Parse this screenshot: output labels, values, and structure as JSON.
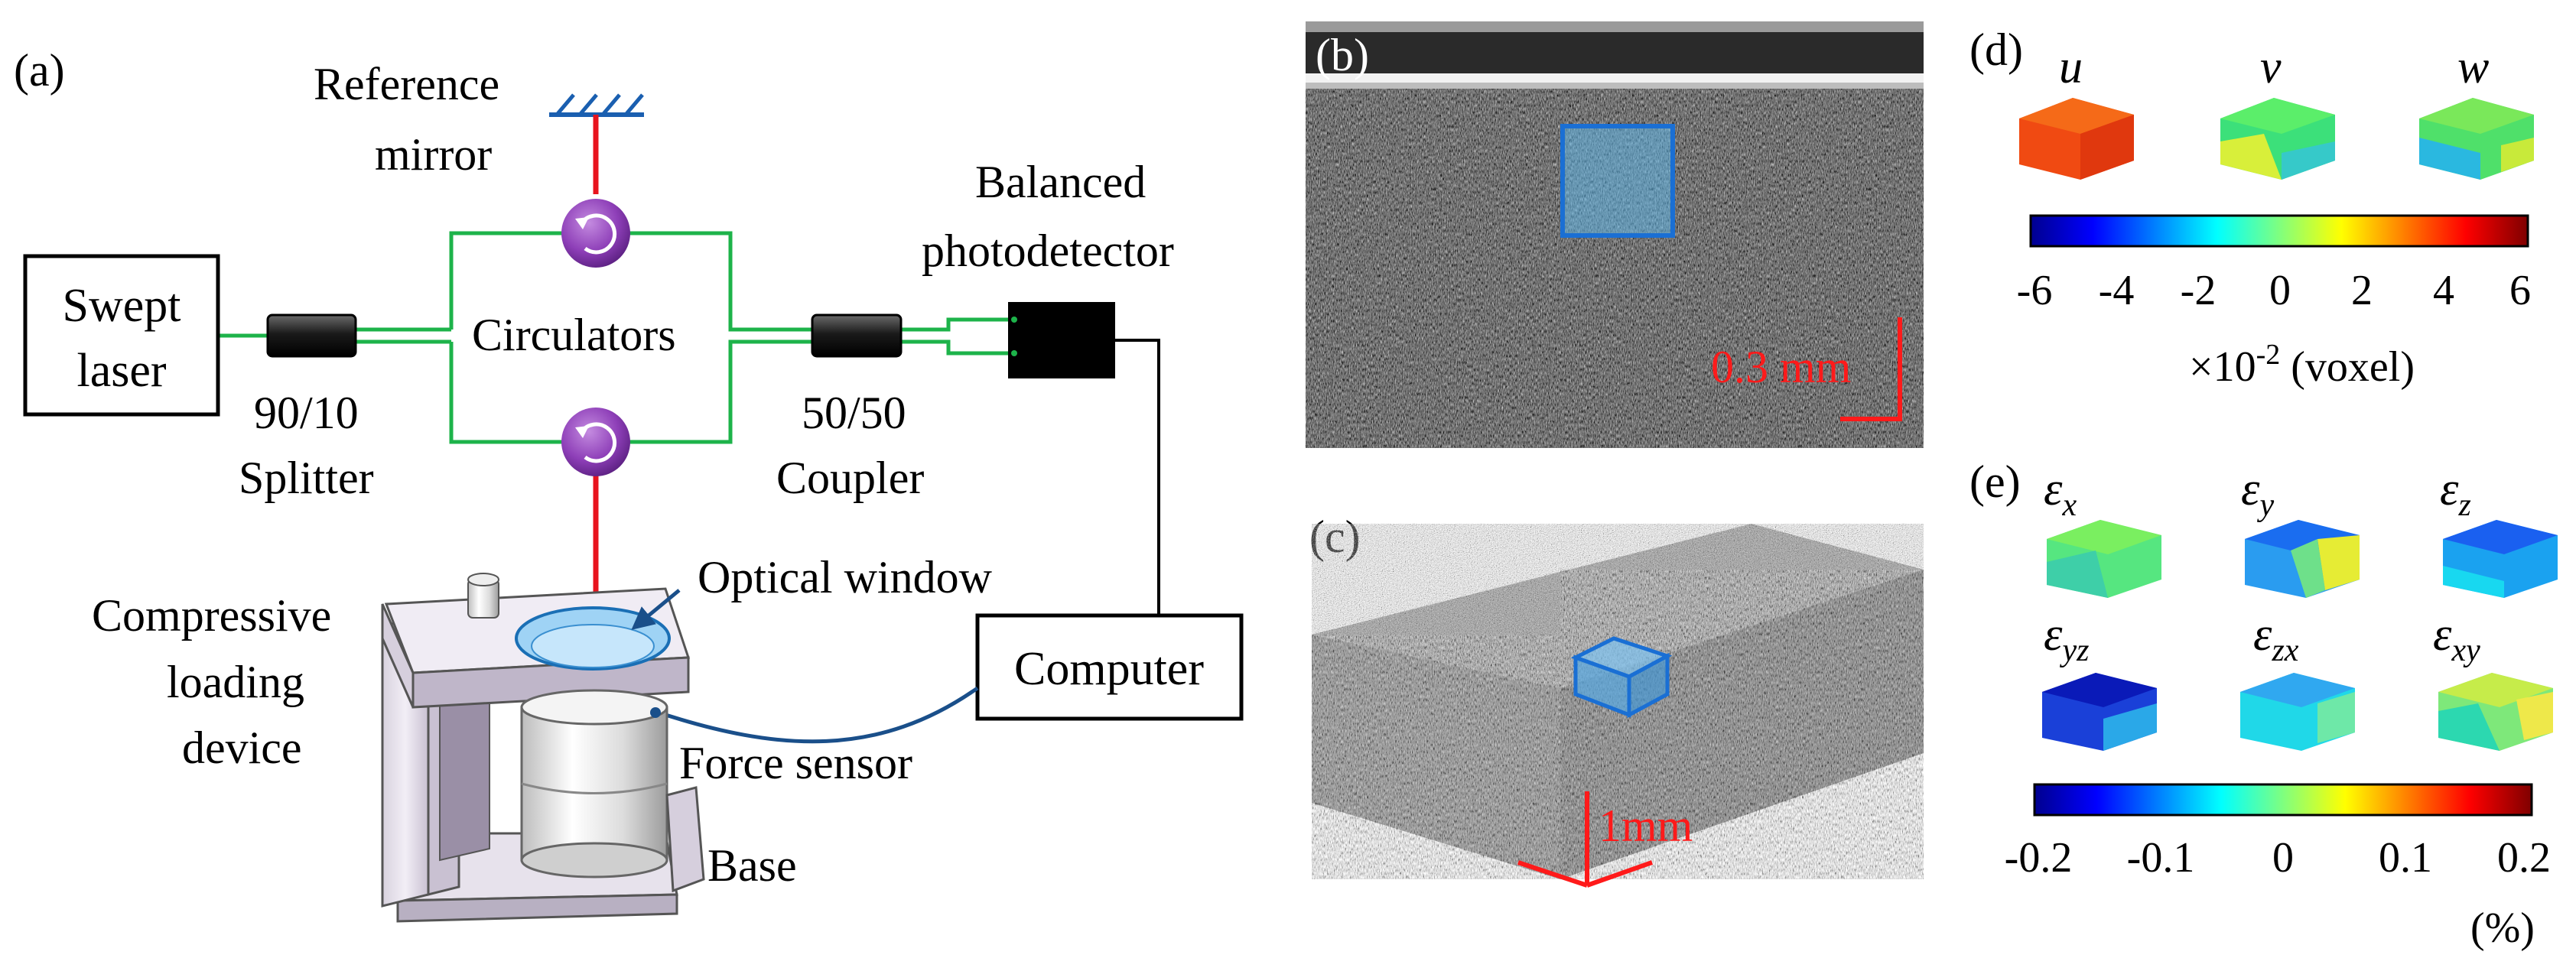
{
  "panels": {
    "a": "(a)",
    "b": "(b)",
    "c": "(c)",
    "d": "(d)",
    "e": "(e)"
  },
  "setup": {
    "reference_mirror_line1": "Reference",
    "reference_mirror_line2": "mirror",
    "balanced_line1": "Balanced",
    "balanced_line2": "photodetector",
    "swept_line1": "Swept",
    "swept_line2": "laser",
    "circulators": "Circulators",
    "splitter_line1": "90/10",
    "splitter_line2": "Splitter",
    "coupler_line1": "50/50",
    "coupler_line2": "Coupler",
    "optical_window": "Optical window",
    "loading_line1": "Compressive",
    "loading_line2": "loading",
    "loading_line3": "device",
    "force_sensor": "Force sensor",
    "base": "Base",
    "computer": "Computer"
  },
  "scale_bars": {
    "b": "0.3 mm",
    "c": "1mm"
  },
  "displacement": {
    "symbols": [
      "u",
      "v",
      "w"
    ],
    "colorbar_ticks": [
      "-6",
      "-4",
      "-2",
      "0",
      "2",
      "4",
      "6"
    ],
    "unit_prefix": "×10",
    "unit_exp": "-2",
    "unit_suffix": " (voxel)"
  },
  "strain": {
    "symbol": "ε",
    "subscripts": [
      "x",
      "y",
      "z",
      "yz",
      "zx",
      "xy"
    ],
    "colorbar_ticks": [
      "-0.2",
      "-0.1",
      "0",
      "0.1",
      "0.2"
    ],
    "unit": "(%)"
  },
  "colors": {
    "fiber_green": "#1db34a",
    "beam_red": "#e8141e",
    "circulator_purple": "#8e3fb8",
    "cable_blue": "#1a4f8a",
    "roi_blue": "#2a7fd4",
    "scale_red": "#ff1a1a"
  }
}
